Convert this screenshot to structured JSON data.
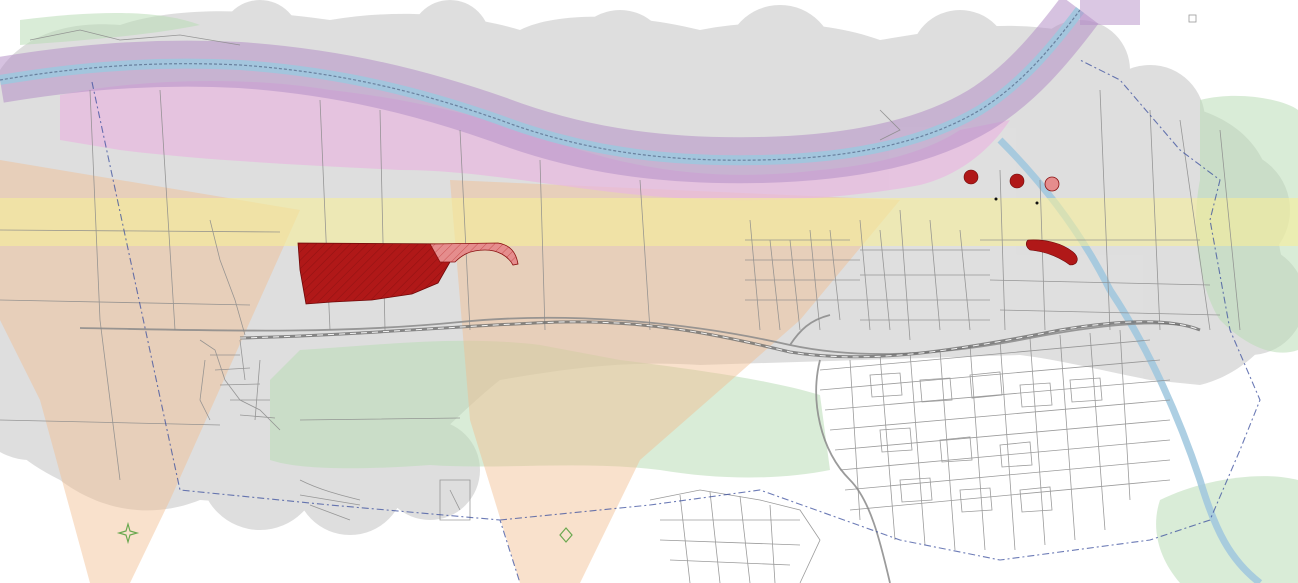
{
  "map": {
    "background_color": "#ffffff",
    "colors": {
      "buffer_gray": "#d4d4d4",
      "waterway_purple": "#b58fc7",
      "pink_zone": "#e8b8df",
      "yellow_band": "#f6ee9a",
      "orange_wedge": "#f2bd8f",
      "green_area": "#b9dcb6",
      "water_blue": "#9fc7de",
      "road_gray": "#8a8a8a",
      "rail_gray": "#6e6e6e",
      "boundary_blue": "#3b4f9e",
      "red_feature": "#b01818",
      "red_feature_light": "#e58d8d",
      "marker_green": "#6aa84f"
    },
    "layers": [
      {
        "name": "gray-buffer-zones",
        "color_key": "buffer_gray"
      },
      {
        "name": "waterway-corridor",
        "color_key": "waterway_purple"
      },
      {
        "name": "pink-zone",
        "color_key": "pink_zone"
      },
      {
        "name": "yellow-band",
        "color_key": "yellow_band"
      },
      {
        "name": "orange-wedges",
        "color_key": "orange_wedge"
      },
      {
        "name": "green-areas",
        "color_key": "green_area"
      },
      {
        "name": "canal",
        "color_key": "water_blue"
      },
      {
        "name": "street-network",
        "color_key": "road_gray"
      },
      {
        "name": "railway",
        "color_key": "rail_gray"
      },
      {
        "name": "municipal-boundary",
        "color_key": "boundary_blue"
      },
      {
        "name": "red-features",
        "color_key": "red_feature"
      }
    ],
    "markers": [
      {
        "name": "star-marker-west",
        "icon": "four-point-star-icon",
        "color_key": "marker_green"
      },
      {
        "name": "diamond-marker-center",
        "icon": "diamond-icon",
        "color_key": "marker_green"
      }
    ]
  }
}
